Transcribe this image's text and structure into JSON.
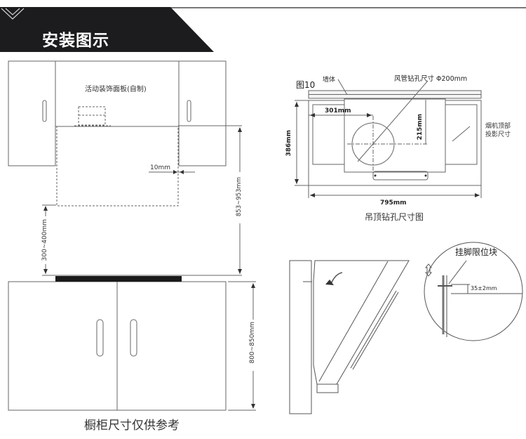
{
  "header": {
    "title": "安装图示",
    "chevron_icon": "double-chevron-down"
  },
  "cabinet_diagram": {
    "panel_label": "活动装饰面板(自制)",
    "gap_label": "10mm",
    "hood_height_label": "853~953mm",
    "hood_clearance_label": "300~400mm",
    "counter_height_label": "800~850mm",
    "caption": "橱柜尺寸仅供参考"
  },
  "ceiling_diagram": {
    "figure_label": "图10",
    "wall_label": "墙体",
    "duct_hole_label": "风管钻孔尺寸 Φ200mm",
    "offset_x_label": "301mm",
    "offset_y_label": "215mm",
    "height_label": "386mm",
    "width_label": "795mm",
    "projection_label_line1": "烟机顶部",
    "projection_label_line2": "投影尺寸",
    "caption": "吊顶钻孔尺寸图"
  },
  "side_diagram": {
    "detail_label": "挂脚限位块",
    "spacing_label": "35±2mm",
    "rotate_icon": "curved-arrow",
    "updown_icon": "up-down-arrow"
  },
  "colors": {
    "banner_bg": "#1c1c1e",
    "line": "#666666",
    "countertop": "#1a1a1a"
  }
}
